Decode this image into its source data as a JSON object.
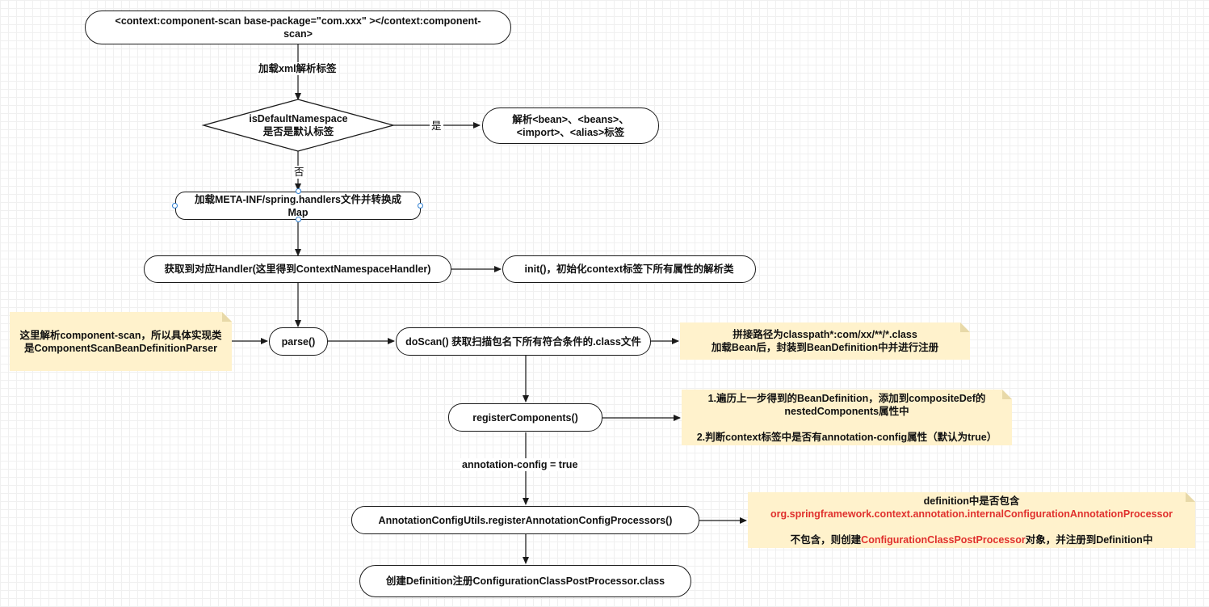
{
  "nodes": {
    "component_scan_tag": "<context:component-scan base-package=\"com.xxx\" ></context:component-\nscan>",
    "is_default_namespace": "isDefaultNamespace\n是否是默认标签",
    "parse_default": "解析<bean>、<beans>、\n<import>、<alias>标签",
    "load_handlers": "加载META-INF/spring.handlers文件并转换成\nMap",
    "get_handler": "获取到对应Handler(这里得到ContextNamespaceHandler)",
    "init": "init()，初始化context标签下所有属性的解析类",
    "parse": "parse()",
    "do_scan": "doScan() 获取扫描包名下所有符合条件的.class文件",
    "register_components": "registerComponents()",
    "register_processors": "AnnotationConfigUtils.registerAnnotationConfigProcessors()",
    "create_definition": "创建Definition注册ConfigurationClassPostProcessor.class"
  },
  "edge_labels": {
    "load_xml": "加载xml解析标签",
    "yes": "是",
    "no": "否",
    "annotation_config": "annotation-config = true"
  },
  "notes": {
    "parser_note": "这里解析component-scan，所以具体实现类\n是ComponentScanBeanDefinitionParser",
    "scan_note": "拼接路径为classpath*:com/xx/**/*.class\n加载Bean后，封装到BeanDefinition中并进行注册",
    "register_note": "1.遍历上一步得到的BeanDefinition，添加到compositeDef的\nnestedComponents属性中\n\n2.判断context标签中是否有annotation-config属性（默认为true）",
    "definition_note": {
      "line1": "definition中是否包含",
      "line2": "org.springframework.context.annotation.internalConfigurationAnnotationProcessor",
      "line3_a": "不包含，则创建",
      "line3_b": "ConfigurationClassPostProcessor",
      "line3_c": "对象，并注册到Definition中"
    }
  },
  "colors": {
    "note_fill": "#fff2cc",
    "highlight_red": "#e0302d",
    "selection_handle": "#2f7fd1"
  }
}
